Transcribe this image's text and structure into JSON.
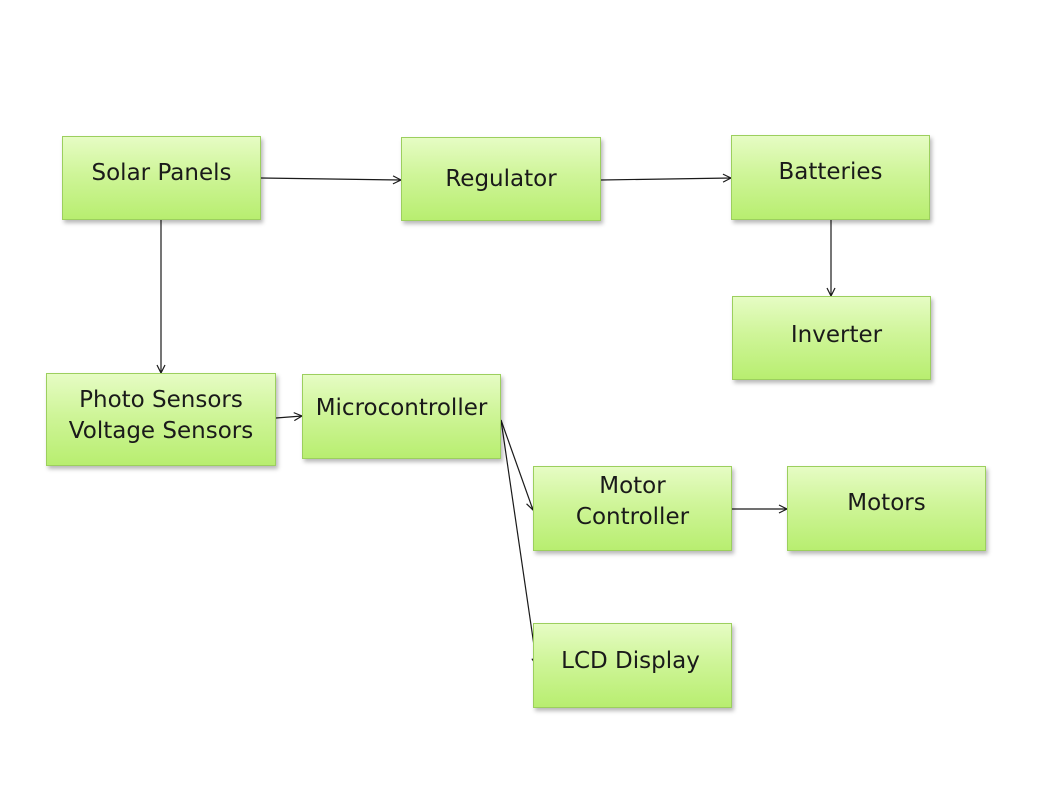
{
  "diagram": {
    "blocks": {
      "solar_panels": {
        "lines": [
          "Solar Panels"
        ]
      },
      "regulator": {
        "lines": [
          "Regulator"
        ]
      },
      "batteries": {
        "lines": [
          "Batteries"
        ]
      },
      "inverter": {
        "lines": [
          "Inverter"
        ]
      },
      "sensors": {
        "lines": [
          "Photo Sensors",
          "Voltage Sensors"
        ]
      },
      "microcontroller": {
        "lines": [
          "Microcontroller"
        ]
      },
      "motor_controller": {
        "lines": [
          "Motor",
          "Controller"
        ]
      },
      "motors": {
        "lines": [
          "Motors"
        ]
      },
      "lcd_display": {
        "lines": [
          "LCD Display"
        ]
      }
    },
    "connections": [
      {
        "from": "solar_panels",
        "to": "regulator"
      },
      {
        "from": "regulator",
        "to": "batteries"
      },
      {
        "from": "batteries",
        "to": "inverter"
      },
      {
        "from": "solar_panels",
        "to": "sensors"
      },
      {
        "from": "sensors",
        "to": "microcontroller"
      },
      {
        "from": "microcontroller",
        "to": "motor_controller"
      },
      {
        "from": "microcontroller",
        "to": "lcd_display"
      },
      {
        "from": "motor_controller",
        "to": "motors"
      }
    ],
    "colors": {
      "block_fill_top": "#e6fcc4",
      "block_fill_bottom": "#b8ee70",
      "block_border": "#9ccf5e",
      "arrow": "#1a1a1a"
    }
  }
}
